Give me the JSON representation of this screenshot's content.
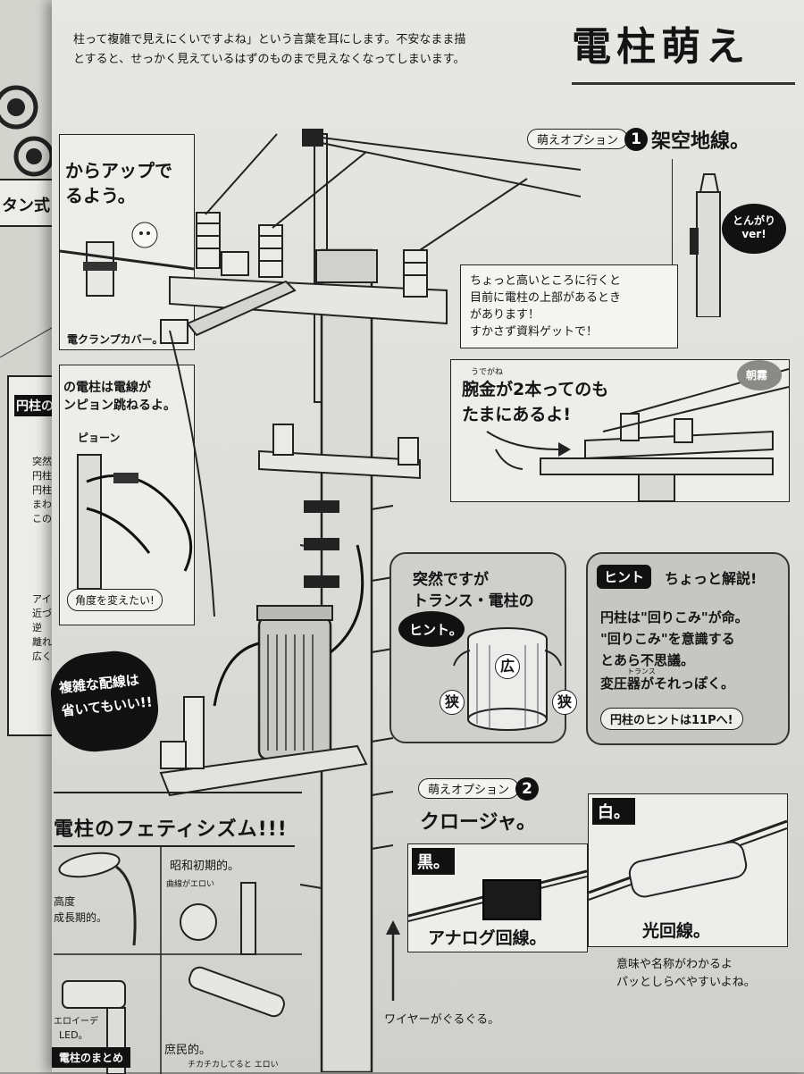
{
  "page": {
    "title": "電柱萌え",
    "intro_line1": "柱って複雑で見えにくいですよね」という言葉を耳にします。不安なまま描",
    "intro_line2": "とすると、せっかく見えているはずのものまで見えなくなってしまいます。"
  },
  "left_page": {
    "tab": "タン式",
    "line_a": "からアップで",
    "line_b": "るよう。",
    "clamp_cover": "電クランプカバー。",
    "wire_note1": "の電柱は電線が",
    "wire_note2": "ンピョン跳ねるよ。",
    "pyon": "ピョーン",
    "angle_bubble": "角度を変えたい!",
    "circle_tag": "円柱の",
    "side_1": "突然",
    "side_2": "円柱",
    "side_3": "円柱",
    "side_4": "まわ",
    "side_5": "この",
    "side_6": "アイ",
    "side_7": "近づ",
    "side_8": "逆",
    "side_9": "離れ",
    "side_10": "広くな",
    "wiring_line1": "複雑な配線は",
    "wiring_line2": "省いてもいい!!"
  },
  "option1": {
    "pill": "萌えオプション",
    "number": "1",
    "title": "架空地線。",
    "tongari": "とんがり ver!",
    "callout_lines": [
      "ちょっと高いところに行くと",
      "目前に電柱の上部があるとき",
      "があります！",
      "すかさず資料ゲットで！"
    ],
    "arm_ruby": "うでがね",
    "arm_line1": "腕金が2本ってのも",
    "arm_line2": "たまにあるよ!",
    "asa_stamp": "朝霧"
  },
  "hint_trans": {
    "line1": "突然ですが",
    "line2": "トランス・電柱の",
    "badge": "ヒント。",
    "wide": "広",
    "narrow_left": "狭",
    "narrow_right": "狭"
  },
  "hint_circle": {
    "tag": "ヒント",
    "heading": "ちょっと解説!",
    "line1": "円柱は\"回りこみ\"が命。",
    "line2": "\"回りこみ\"を意識する",
    "line3": "とあら不思議。",
    "ruby": "トランス",
    "line4": "変圧器がそれっぽく。",
    "reference": "円柱のヒントは11Pへ!"
  },
  "option2": {
    "pill": "萌えオプション",
    "number": "2",
    "title": "クロージャ。",
    "black_tag": "黒。",
    "white_tag": "白。",
    "analog": "アナログ回線。",
    "optical": "光回線。",
    "meaning_line1": "意味や名称がわかるよ",
    "meaning_line2": "パッとしらべやすいよね。",
    "wire_note": "ワイヤーがぐるぐる。"
  },
  "fetish": {
    "title": "電柱のフェティシズム!!!",
    "showa": "昭和初期的。",
    "kodo_line1": "高度",
    "kodo_line2": "成長期的。",
    "hand_note": "曲線がエロい",
    "eco_line1": "エロイーデ",
    "eco_line2": "LED。",
    "shomin": "庶民的。",
    "hand_note2": "チカチカしてると エロい",
    "footer": "電柱のまとめ"
  }
}
